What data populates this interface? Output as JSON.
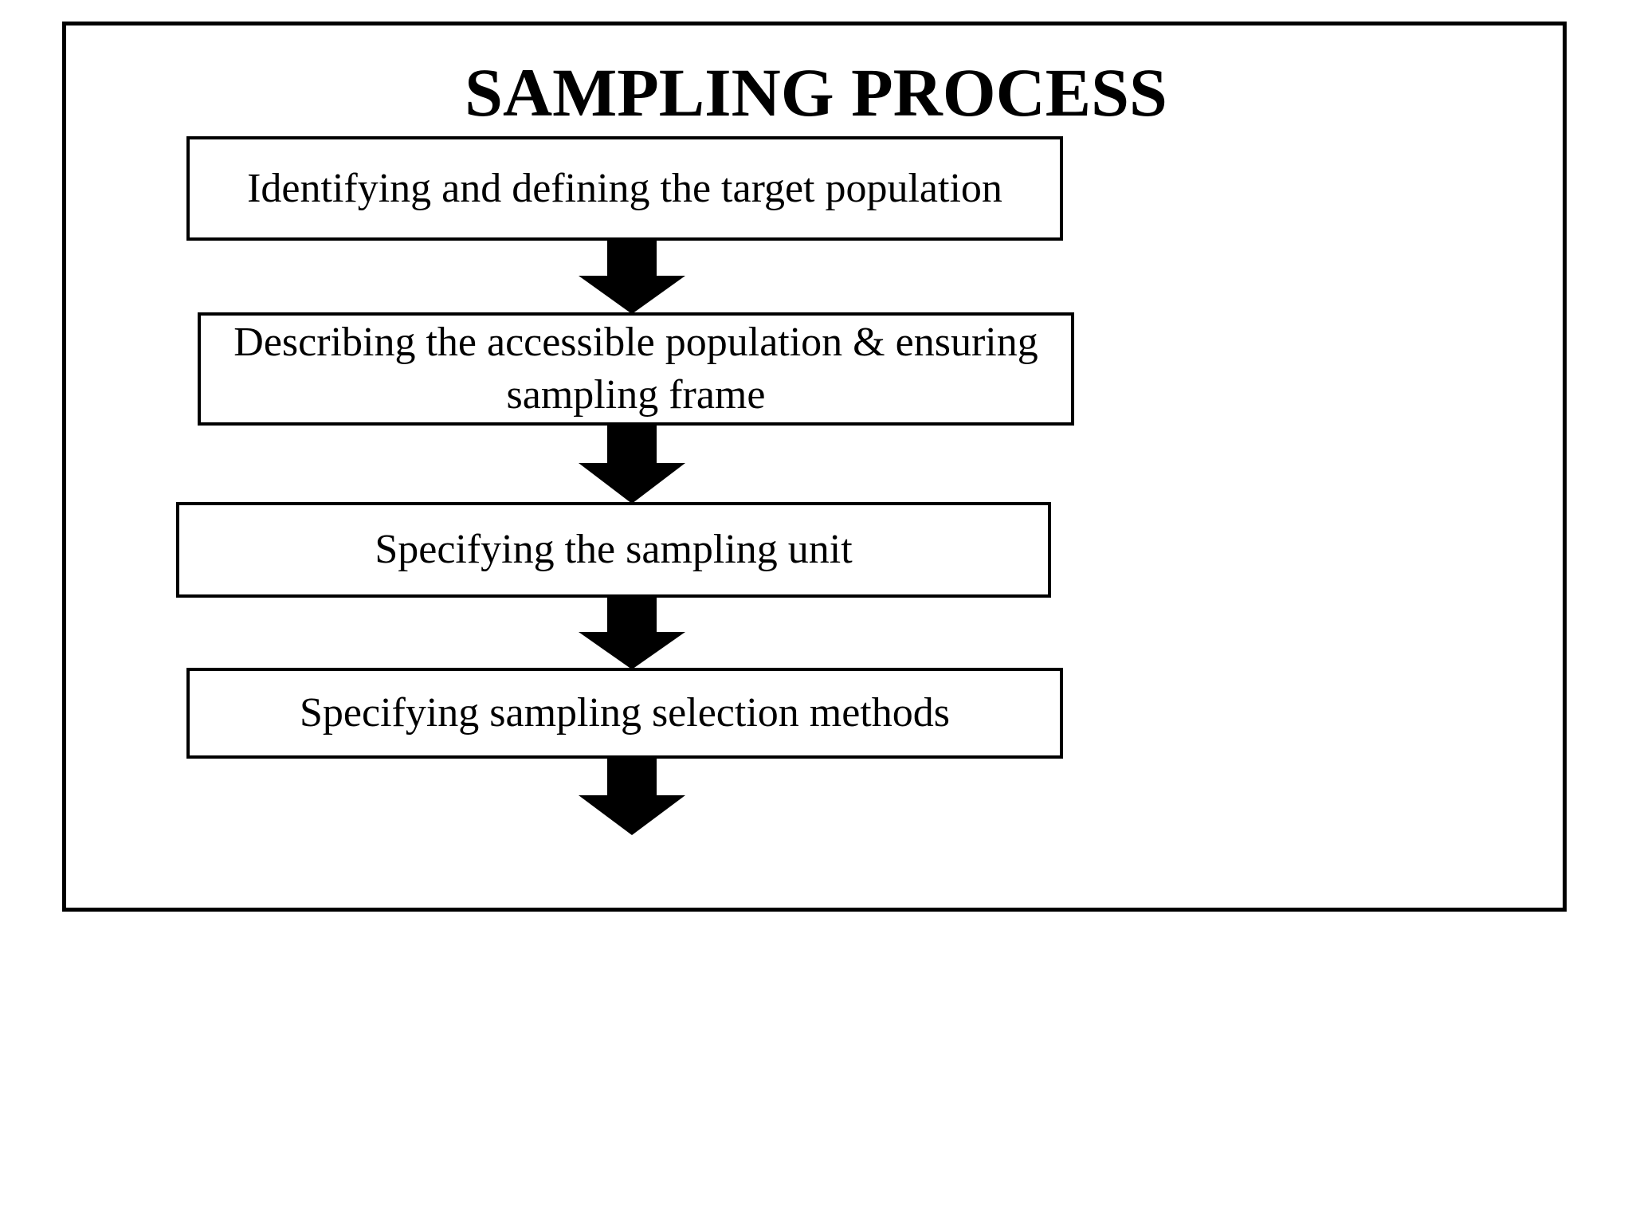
{
  "diagram": {
    "title": "SAMPLING PROCESS",
    "frame_color": "#000000",
    "background_color": "#ffffff",
    "text_color": "#000000",
    "steps": [
      {
        "id": "step-1",
        "label": "Identifying and defining the target population"
      },
      {
        "id": "step-2",
        "label": "Describing the accessible population & ensuring sampling frame"
      },
      {
        "id": "step-3",
        "label": "Specifying the sampling unit"
      },
      {
        "id": "step-4",
        "label": "Specifying sampling selection methods"
      }
    ],
    "connectors": [
      {
        "id": "arrow-1",
        "from": "step-1",
        "to": "step-2",
        "direction": "down"
      },
      {
        "id": "arrow-2",
        "from": "step-2",
        "to": "step-3",
        "direction": "down"
      },
      {
        "id": "arrow-3",
        "from": "step-3",
        "to": "step-4",
        "direction": "down"
      },
      {
        "id": "arrow-4",
        "from": "step-4",
        "to": "",
        "direction": "down"
      }
    ]
  }
}
